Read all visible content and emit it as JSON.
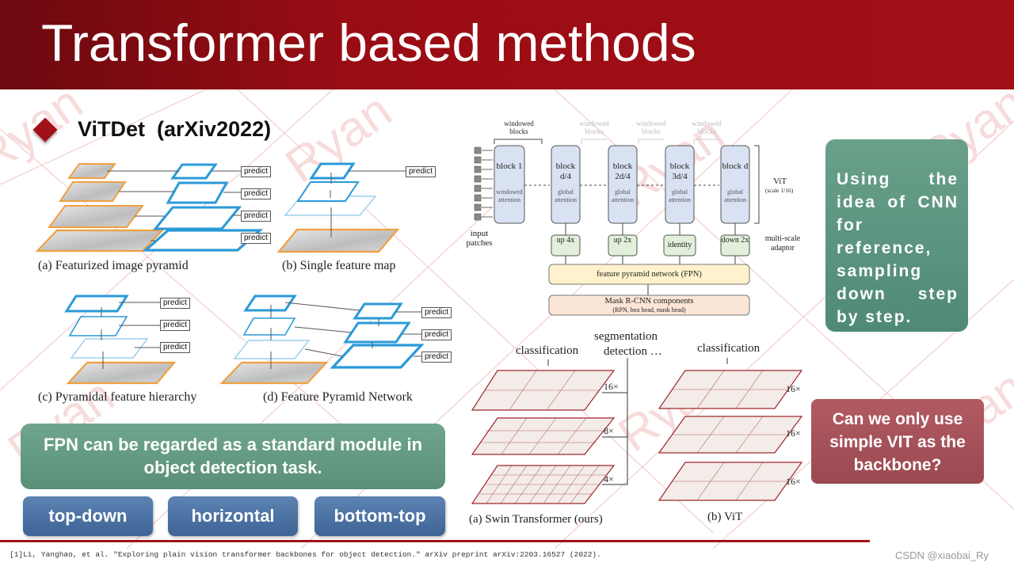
{
  "slide": {
    "title": "Transformer based methods",
    "section_title": "ViTDet  (arXiv2022)",
    "watermark_text": "Ryan",
    "colors": {
      "header": "#a10f16",
      "green_box": "#5a9078",
      "blue_pill": "#3d6494",
      "rose_box": "#9a4951"
    }
  },
  "pyramid_figure": {
    "predict_label": "predict",
    "captions": {
      "a": "(a) Featurized image pyramid",
      "b": "(b) Single feature map",
      "c": "(c) Pyramidal feature hierarchy",
      "d": "(d) Feature Pyramid Network"
    }
  },
  "vitdet_figure": {
    "windowed_blocks": "windowed blocks",
    "input_patches": "input patches",
    "blocks": [
      {
        "name": "block 1",
        "sub": "windowed attention"
      },
      {
        "name": "block d/4",
        "sub": "global attention"
      },
      {
        "name": "block 2d/4",
        "sub": "global attention"
      },
      {
        "name": "block 3d/4",
        "sub": "global attention"
      },
      {
        "name": "block d",
        "sub": "global attention"
      }
    ],
    "vit_label": "ViT",
    "vit_scale": "(scale 1/16)",
    "adaptors": [
      "up 4x",
      "up 2x",
      "identity",
      "down 2x"
    ],
    "multiscale_adaptor": "multi-scale adaptor",
    "fpn_label": "feature pyramid network (FPN)",
    "mask_rcnn_label": "Mask R-CNN components",
    "mask_rcnn_sub": "(RPN, box head, mask head)"
  },
  "swin_figure": {
    "classification_left": "classification",
    "segmentation": "segmentation",
    "detection": "detection …",
    "classification_right": "classification",
    "scales_left": [
      "16×",
      "8×",
      "4×"
    ],
    "scales_right": [
      "16×",
      "16×",
      "16×"
    ],
    "caption_a": "(a) Swin Transformer (ours)",
    "caption_b": "(b) ViT"
  },
  "callouts": {
    "fpn_text": "FPN can be regarded as a standard module in object detection task.",
    "pills": [
      "top-down",
      "horizontal",
      "bottom-top"
    ],
    "cnn_text": "Using the idea of CNN for reference, sampling down step by step.",
    "vit_question": "Can we only use simple VIT as the backbone?"
  },
  "footer": {
    "reference": "[1]Li, Yanghao, et al. \"Exploring plain vision transformer backbones for object detection.\" arXiv preprint arXiv:2203.16527 (2022).",
    "credit": "CSDN @xiaobai_Ry"
  }
}
